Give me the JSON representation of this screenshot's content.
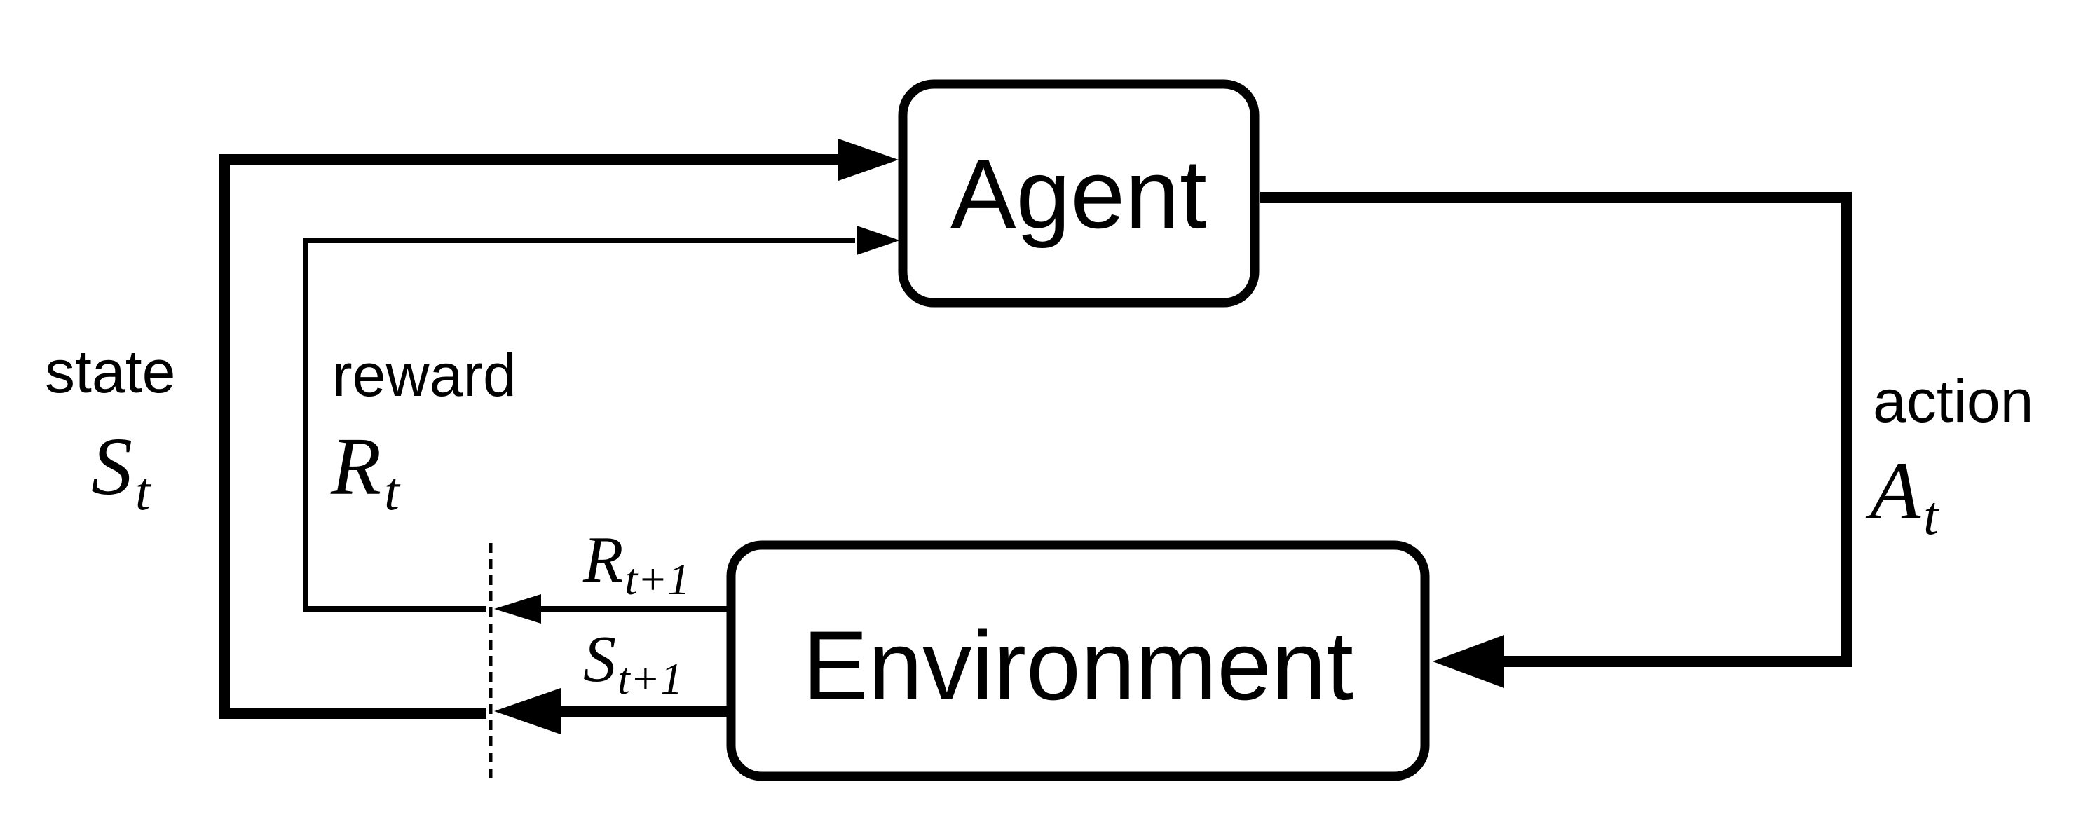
{
  "agent": {
    "label": "Agent"
  },
  "environment": {
    "label": "Environment"
  },
  "state_signal": {
    "word": "state",
    "symbol": "S",
    "subscript": "t"
  },
  "reward_signal": {
    "word": "reward",
    "symbol": "R",
    "subscript": "t"
  },
  "action_signal": {
    "word": "action",
    "symbol": "A",
    "subscript": "t"
  },
  "next_reward": {
    "symbol": "R",
    "subscript": "t+1"
  },
  "next_state": {
    "symbol": "S",
    "subscript": "t+1"
  },
  "colors": {
    "stroke": "#000000",
    "background": "#ffffff"
  }
}
